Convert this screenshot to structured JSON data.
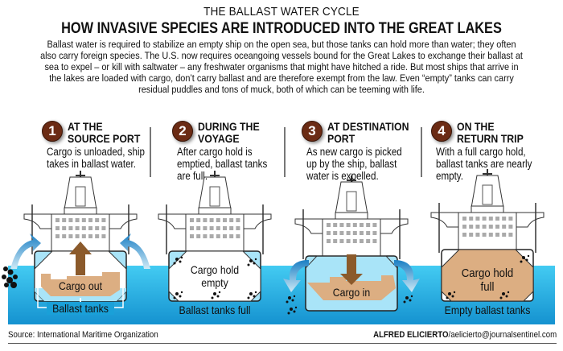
{
  "kicker": "THE BALLAST WATER CYCLE",
  "headline": "HOW INVASIVE SPECIES ARE INTRODUCED INTO THE GREAT LAKES",
  "intro": "Ballast water is required to stabilize an empty ship on the open sea, but those tanks can hold more than water; they often also carry foreign species. The U.S. now requires oceangoing vessels bound for the Great Lakes to exchange their ballast at sea to expel – or kill with saltwater – any freshwater organisms that might have hitched a ride. But most ships that arrive in the lakes are loaded with cargo, don’t carry ballast and are therefore exempt from the law. Even “empty” tanks can carry residual puddles and tons of muck, both of which can be teeming with life.",
  "steps": [
    {
      "number": "1",
      "title": "AT THE\nSOURCE PORT",
      "description": "Cargo is unloaded, ship takes in ballast water.",
      "hold_label": "Cargo out",
      "tank_label": "Ballast tanks"
    },
    {
      "number": "2",
      "title": "DURING THE\nVOYAGE",
      "description": "After cargo hold is emptied, ballast tanks are full.",
      "hold_label": "Cargo hold empty",
      "tank_label": "Ballast tanks full"
    },
    {
      "number": "3",
      "title": "AT DESTINATION\nPORT",
      "description": "As new cargo is picked up by the ship, ballast water is expelled.",
      "hold_label": "Cargo in",
      "tank_label": ""
    },
    {
      "number": "4",
      "title": "ON THE\nRETURN TRIP",
      "description": "With a full cargo hold, ballast tanks are nearly empty.",
      "hold_label": "Cargo hold full",
      "tank_label": "Empty ballast tanks"
    }
  ],
  "source": "Source: International Maritime Organization",
  "credit_name": "ALFRED ELICIERTO",
  "credit_email": "/aelicierto@journalsentinel.com",
  "colors": {
    "water": "#3ec6ee",
    "ballast": "#a9e4f8",
    "cargo": "#dcae82",
    "arrow_brown": "#8b5a2b",
    "number_badge": "#6b2b14"
  }
}
